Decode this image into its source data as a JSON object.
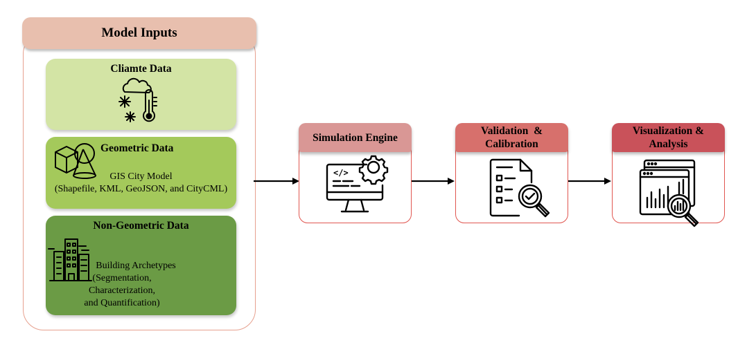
{
  "inputs": {
    "header": "Model Inputs",
    "climate": {
      "title": "Cliamte Data"
    },
    "geometric": {
      "title": "Geometric Data",
      "line1": "GIS City Model",
      "line2": "(Shapefile, KML, GeoJSON, and CityCML)"
    },
    "nongeometric": {
      "title": "Non-Geometric Data",
      "line1": "Building Archetypes",
      "line2": "(Segmentation,",
      "line3": "Characterization,",
      "line4": "and Quantification)"
    }
  },
  "process": {
    "simulation": {
      "label": "Simulation Engine"
    },
    "validation": {
      "line1": "Validation  &",
      "line2": "Calibration"
    },
    "visualization": {
      "line1": "Visualization &",
      "line2": "Analysis"
    }
  },
  "colors": {
    "climate_card": "#d3e4a5",
    "geometric_card": "#a4c95b",
    "nongeometric_card": "#6b9b45",
    "inputs_header": "#e8bfae",
    "simulation_header": "#d99795",
    "validation_header": "#d7706c",
    "visualization_header": "#c9525a",
    "box_border": "#e0554f"
  },
  "icons": {
    "climate": "weather-thermometer-icon",
    "geometric": "3d-shapes-icon",
    "nongeometric": "city-buildings-icon",
    "simulation": "computer-code-gear-icon",
    "validation": "document-checklist-magnifier-icon",
    "visualization": "analytics-chart-magnifier-icon"
  }
}
